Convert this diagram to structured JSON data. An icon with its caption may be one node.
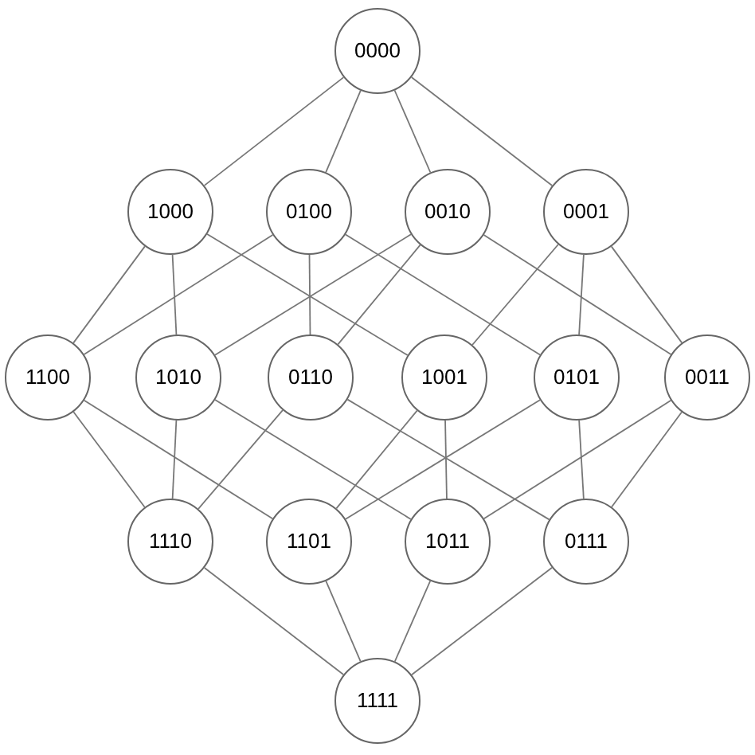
{
  "diagram": {
    "nodes": [
      {
        "text": [
          "0000"
        ]
      },
      {
        "text": [
          "1000"
        ]
      },
      {
        "text": [
          "0100"
        ]
      },
      {
        "text": [
          "0010"
        ]
      },
      {
        "text": [
          "0001"
        ]
      },
      {
        "text": [
          "1100"
        ]
      },
      {
        "text": [
          "1010"
        ]
      },
      {
        "text": [
          "0110"
        ]
      },
      {
        "text": [
          "1001"
        ]
      },
      {
        "text": [
          "0101"
        ]
      },
      {
        "text": [
          "0011"
        ]
      },
      {
        "text": [
          "1110"
        ]
      },
      {
        "text": [
          "1101"
        ]
      },
      {
        "text": [
          "1011"
        ]
      },
      {
        "text": [
          "0111"
        ]
      },
      {
        "text": [
          "1111"
        ]
      }
    ],
    "edges": [
      {
        "from": 0,
        "to": 1,
        "arrow": "none"
      },
      {
        "from": 0,
        "to": 2,
        "arrow": "none"
      },
      {
        "from": 0,
        "to": 3,
        "arrow": "none"
      },
      {
        "from": 0,
        "to": 4,
        "arrow": "none"
      },
      {
        "from": 1,
        "to": 5,
        "arrow": "none"
      },
      {
        "from": 1,
        "to": 6,
        "arrow": "none"
      },
      {
        "from": 1,
        "to": 8,
        "arrow": "none"
      },
      {
        "from": 2,
        "to": 5,
        "arrow": "none"
      },
      {
        "from": 2,
        "to": 7,
        "arrow": "none"
      },
      {
        "from": 2,
        "to": 9,
        "arrow": "none"
      },
      {
        "from": 3,
        "to": 6,
        "arrow": "none"
      },
      {
        "from": 3,
        "to": 7,
        "arrow": "none"
      },
      {
        "from": 3,
        "to": 10,
        "arrow": "none"
      },
      {
        "from": 4,
        "to": 8,
        "arrow": "none"
      },
      {
        "from": 4,
        "to": 9,
        "arrow": "none"
      },
      {
        "from": 4,
        "to": 10,
        "arrow": "none"
      },
      {
        "from": 5,
        "to": 11,
        "arrow": "none"
      },
      {
        "from": 5,
        "to": 12,
        "arrow": "none"
      },
      {
        "from": 6,
        "to": 11,
        "arrow": "none"
      },
      {
        "from": 6,
        "to": 13,
        "arrow": "none"
      },
      {
        "from": 7,
        "to": 11,
        "arrow": "none"
      },
      {
        "from": 7,
        "to": 14,
        "arrow": "none"
      },
      {
        "from": 8,
        "to": 12,
        "arrow": "none"
      },
      {
        "from": 8,
        "to": 13,
        "arrow": "none"
      },
      {
        "from": 9,
        "to": 12,
        "arrow": "none"
      },
      {
        "from": 9,
        "to": 14,
        "arrow": "none"
      },
      {
        "from": 10,
        "to": 13,
        "arrow": "none"
      },
      {
        "from": 10,
        "to": 14,
        "arrow": "none"
      },
      {
        "from": 11,
        "to": 15,
        "arrow": "none"
      },
      {
        "from": 12,
        "to": 15,
        "arrow": "none"
      },
      {
        "from": 13,
        "to": 15,
        "arrow": "none"
      },
      {
        "from": 14,
        "to": 15,
        "arrow": "none"
      }
    ]
  }
}
